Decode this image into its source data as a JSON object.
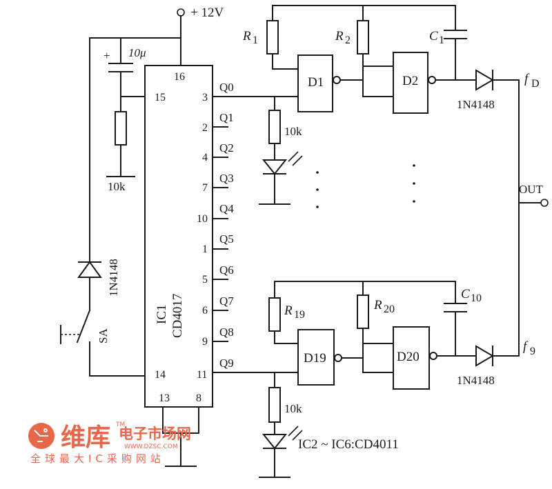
{
  "power": {
    "label": "+ 12V"
  },
  "ic1": {
    "name": "IC1",
    "part": "CD4017"
  },
  "pins": {
    "p16": "16",
    "p15": "15",
    "p14": "14",
    "p13": "13",
    "p8": "8",
    "p3": "3",
    "p2": "2",
    "p4": "4",
    "p7": "7",
    "p10": "10",
    "p1": "1",
    "p5": "5",
    "p6": "6",
    "p9": "9",
    "p11": "11"
  },
  "outputs": [
    "Q0",
    "Q1",
    "Q2",
    "Q3",
    "Q4",
    "Q5",
    "Q6",
    "Q7",
    "Q8",
    "Q9"
  ],
  "components": {
    "cap_top": "10μ",
    "cap_plus": "+",
    "res_reset": "10k",
    "diode_left": "1N4148",
    "switch": "SA",
    "res_led_top": "10k",
    "res_led_bottom": "10k",
    "r1": "R",
    "r1_sub": "1",
    "r2": "R",
    "r2_sub": "2",
    "c1": "C",
    "c1_sub": "1",
    "r19": "R",
    "r19_sub": "19",
    "r20": "R",
    "r20_sub": "20",
    "c10": "C",
    "c10_sub": "10",
    "d1": "D1",
    "d2": "D2",
    "d19": "D19",
    "d20": "D20",
    "diode_top": "1N4148",
    "diode_bottom": "1N4148",
    "fd": "f",
    "fd_sub": "D",
    "f9": "f",
    "f9_sub": "9",
    "out": "OUT",
    "ic_note": "IC2 ~ IC6:CD4011"
  },
  "watermark": {
    "brand": "维库",
    "tm": "TM",
    "title": "电子市场网",
    "url": "WWW.DZSC.COM",
    "slogan": "全球最大IC采购网站"
  }
}
